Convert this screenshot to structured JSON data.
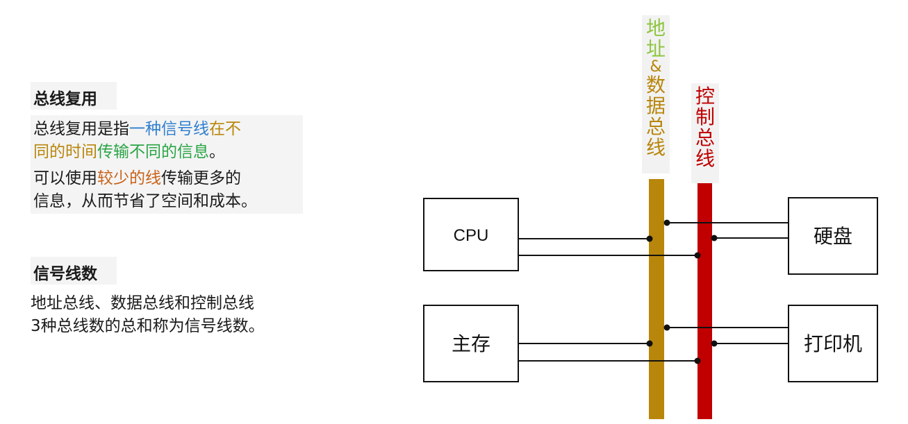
{
  "left": {
    "section1": {
      "heading": "总线复用",
      "line1": [
        "总线复用是指",
        "一种信号线",
        "在不"
      ],
      "line2": [
        "同的时间",
        "传输不同的信息",
        "。"
      ],
      "line3": [
        "可以使用",
        "较少的线",
        "传输更多的"
      ],
      "line4": "信息，从而节省了空间和成本。"
    },
    "section2": {
      "heading": "信号线数",
      "line1": "地址总线、数据总线和控制总线",
      "line2": "3种总线数的总和称为信号线数。"
    }
  },
  "diagram": {
    "addr_bus_label": [
      "地",
      "址",
      "&",
      "数",
      "据",
      "总",
      "线"
    ],
    "ctrl_bus_label": [
      "控",
      "制",
      "总",
      "线"
    ],
    "boxes": {
      "cpu": "CPU",
      "memory": "主存",
      "disk": "硬盘",
      "printer": "打印机"
    },
    "colors": {
      "addr_data_bus": "#b8860b",
      "control_bus": "#c00000",
      "addr_label": "#8dc63f",
      "ctrl_label": "#c00000"
    }
  }
}
